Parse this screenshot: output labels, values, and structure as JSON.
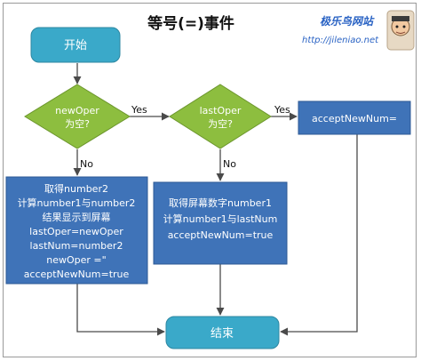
{
  "title": "等号(=)事件",
  "site": {
    "name": "极乐鸟网站",
    "url": "http://jileniao.net"
  },
  "nodes": {
    "start": "开始",
    "d1": [
      "newOper",
      "为空?"
    ],
    "d2": [
      "lastOper",
      "为空?"
    ],
    "accept": "acceptNewNum=",
    "box1": [
      "取得number2",
      "计算number1与number2",
      "结果显示到屏幕",
      "lastOper=newOper",
      "lastNum=number2",
      "newOper =\"",
      "acceptNewNum=true"
    ],
    "box2": [
      "取得屏幕数字number1",
      "计算number1与lastNum",
      "acceptNewNum=true"
    ],
    "end": "结束"
  },
  "edges": {
    "yes": "Yes",
    "no": "No"
  },
  "colors": {
    "terminal": "#3aa9c9",
    "decision": "#8dbe3f",
    "process": "#3f73b8",
    "arrow": "#4a4a4a"
  }
}
